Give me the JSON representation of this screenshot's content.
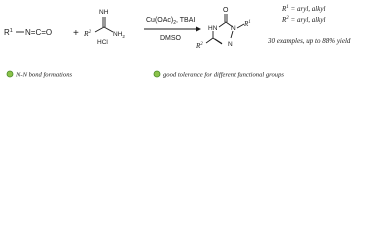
{
  "reactant1": {
    "substituent": "R",
    "sup": "1",
    "group": "N=C=O"
  },
  "plus": "+",
  "reactant2": {
    "top_atom": "NH",
    "substituent": "R",
    "sup": "2",
    "amine": "NH",
    "amine_sub": "2",
    "salt": "HCl"
  },
  "conditions": {
    "above": "Cu(OAc)",
    "above_sub": "2",
    "above_tail": ", TBAI",
    "below": "DMSO"
  },
  "product": {
    "oxo": "O",
    "n_top": "HN",
    "n_ring": "N",
    "n_bottom": "N",
    "r1": "R",
    "r1_sup": "1",
    "r2": "R",
    "r2_sup": "2"
  },
  "scope": {
    "r1_line": {
      "label": "R",
      "sup": "1",
      "text": " = aryl, alkyl"
    },
    "r2_line": {
      "label": "R",
      "sup": "2",
      "text": " = aryl, alkyl"
    },
    "examples": "30 examples, up to 88% yield"
  },
  "highlights": [
    "N-N bond  formations",
    "good tolerance for different functional groups"
  ],
  "colors": {
    "bullet_fill": "#8bc34a",
    "bullet_stroke": "#4a8a2a"
  }
}
